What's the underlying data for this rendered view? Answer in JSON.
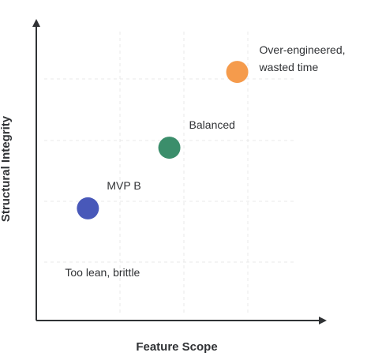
{
  "chart_data": {
    "type": "scatter",
    "title": "",
    "xlabel": "Feature Scope",
    "ylabel": "Structural Integrity",
    "xlim": [
      0,
      5
    ],
    "ylim": [
      0,
      5
    ],
    "grid": true,
    "colors": {
      "axis": "#303235",
      "grid": "#e9e9e9",
      "text": "#303235"
    },
    "points": [
      {
        "label": "MVP B",
        "label_lines": [
          "MVP B"
        ],
        "x": 0.95,
        "y": 1.85,
        "color": "#4858B9"
      },
      {
        "label": "Balanced",
        "label_lines": [
          "Balanced"
        ],
        "x": 2.45,
        "y": 2.85,
        "color": "#3B8E6B"
      },
      {
        "label": "Over-engineered, wasted time",
        "label_lines": [
          "Over-engineered,",
          "wasted time"
        ],
        "x": 3.7,
        "y": 4.1,
        "color": "#F59B4C"
      }
    ],
    "annotations": [
      {
        "text": "Too lean, brittle",
        "x": 0.5,
        "y": 0.65
      }
    ]
  }
}
